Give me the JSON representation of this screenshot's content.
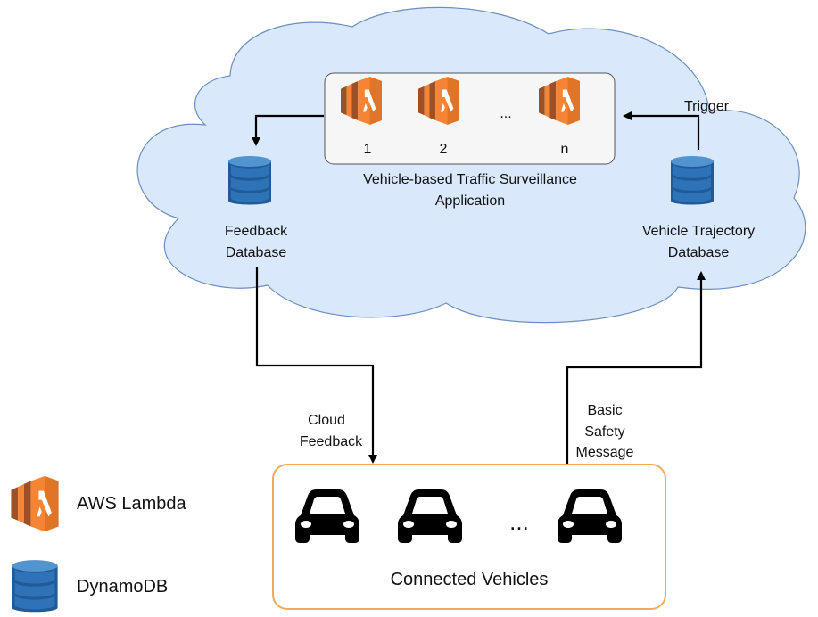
{
  "cloud": {
    "app_box": {
      "lambda_labels": [
        "1",
        "2",
        "n"
      ],
      "ellipsis": "...",
      "caption_line1": "Vehicle-based Traffic Surveillance",
      "caption_line2": "Application"
    },
    "feedback_db": {
      "line1": "Feedback",
      "line2": "Database"
    },
    "trajectory_db": {
      "line1": "Vehicle Trajectory",
      "line2": "Database"
    },
    "trigger_label": "Trigger"
  },
  "edges": {
    "cloud_feedback": {
      "line1": "Cloud",
      "line2": "Feedback"
    },
    "bsm": {
      "line1": "Basic",
      "line2": "Safety",
      "line3": "Message"
    }
  },
  "vehicles_box": {
    "caption": "Connected Vehicles",
    "ellipsis": "..."
  },
  "legend": {
    "lambda": "AWS Lambda",
    "dynamodb": "DynamoDB"
  },
  "colors": {
    "cloud_fill": "#dae8fc",
    "cloud_stroke": "#6c8ebf",
    "lambda_orange": "#f58534",
    "lambda_dark": "#9d5025",
    "dynamo_blue": "#2e73b8",
    "dynamo_dark": "#205b98",
    "vehicle_box_stroke": "#f5a958"
  }
}
